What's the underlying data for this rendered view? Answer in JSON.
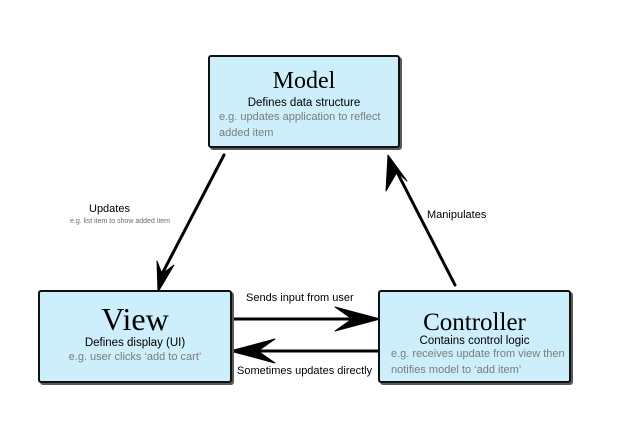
{
  "model": {
    "title": "Model",
    "subtitle": "Defines data structure",
    "example": "e.g. updates application to reflect added item"
  },
  "view": {
    "title": "View",
    "subtitle": "Defines display (UI)",
    "example": "e.g. user clicks ‘add to cart’"
  },
  "controller": {
    "title": "Controller",
    "subtitle": "Contains control logic",
    "example": "e.g. receives update from view then notifies model to ‘add item’"
  },
  "arrows": {
    "updates": {
      "label": "Updates",
      "example": "e.g. list item to show added item"
    },
    "manipulates": {
      "label": "Manipulates"
    },
    "sends_input": {
      "label": "Sends input from user"
    },
    "sometimes_updates": {
      "label": "Sometimes updates directly"
    }
  },
  "colors": {
    "box_fill": "#cdeefb",
    "box_border": "#111111",
    "example_text": "#7c7c7c",
    "arrow": "#000000"
  }
}
